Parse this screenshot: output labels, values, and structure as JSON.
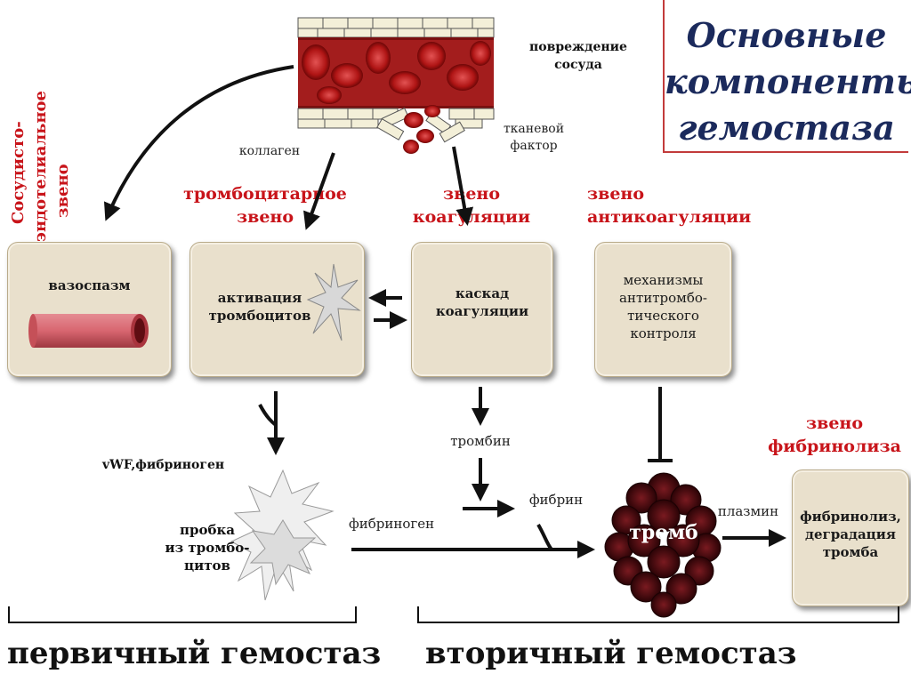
{
  "title": "Основные\nкомпоненты\nгемостаза",
  "side_label": {
    "line1": "Сосудисто-",
    "line2": "эндотелиальное",
    "line3": "звено"
  },
  "top_labels": {
    "vessel_damage": "повреждение\nсосуда",
    "tissue_factor": "тканевой\nфактор",
    "collagen": "коллаген"
  },
  "sections": {
    "platelet": "тромбоцитарное\nзвено",
    "coagulation": "звено\nкоагуляции",
    "anticoagulation": "звено\nантикоагуляции",
    "fibrinolysis": "звено\nфибринолиза"
  },
  "cards": {
    "vasospasm": "вазоспазм",
    "platelet_activation": "активация\nтромбоцитов",
    "coagulation_cascade": "каскад\nкоагуляции",
    "antithrombotic": "механизмы\nантитромбо-\nтического\nконтроля",
    "fibrinolysis": "фибринолиз,\nдеградация\nтромба"
  },
  "flow_labels": {
    "vwf": "vWF,фибриноген",
    "platelet_plug": "пробка\nиз тромбо-\nцитов",
    "fibrinogen": "фибриноген",
    "thrombin": "тромбин",
    "fibrin": "фибрин",
    "thrombus": "тромб",
    "plasmin": "плазмин"
  },
  "bottom": {
    "primary": "первичный гемостаз",
    "secondary": "вторичный гемостаз"
  },
  "colors": {
    "accent_red": "#c8141a",
    "title_blue": "#1b2a5c",
    "card_beige": "#e9e0cc"
  }
}
